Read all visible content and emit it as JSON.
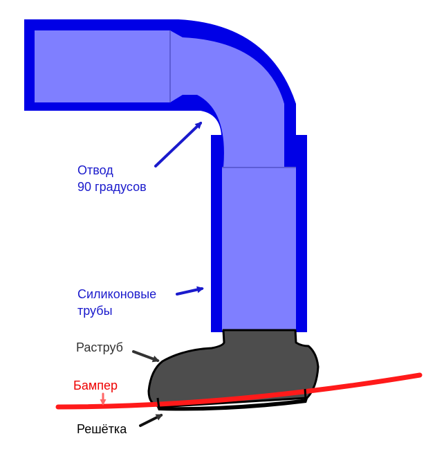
{
  "diagram": {
    "labels": {
      "elbow": [
        "Отвод",
        "90 градусов"
      ],
      "pipes": [
        "Силиконовые",
        "трубы"
      ],
      "flare": "Раструб",
      "bumper": "Бампер",
      "grille": "Решётка"
    },
    "colors": {
      "pipe_wall": "#0000e6",
      "pipe_fill": "#7f7fff",
      "pipe_seam": "#5c5cd6",
      "flare_fill": "#4d4d4d",
      "outline": "#000000",
      "bumper": "#ff1a1a",
      "bumper_arrow": "#ff6666",
      "label_blue": "#1a1acc",
      "label_dark": "#333333",
      "label_red": "#ee0000",
      "label_black": "#000000"
    }
  }
}
